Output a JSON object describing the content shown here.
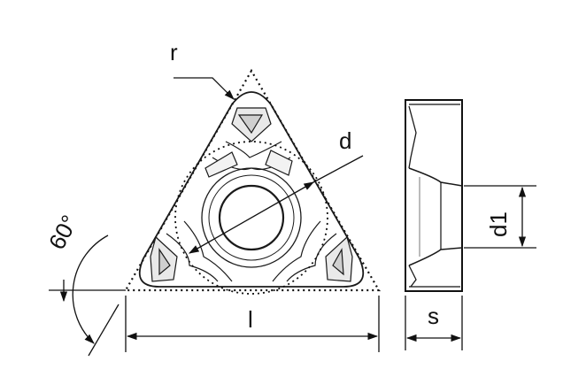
{
  "labels": {
    "radius": "r",
    "inscribed_circle": "d",
    "angle": "60°",
    "hole_diameter": "d1",
    "edge_length": "l",
    "thickness": "s"
  }
}
